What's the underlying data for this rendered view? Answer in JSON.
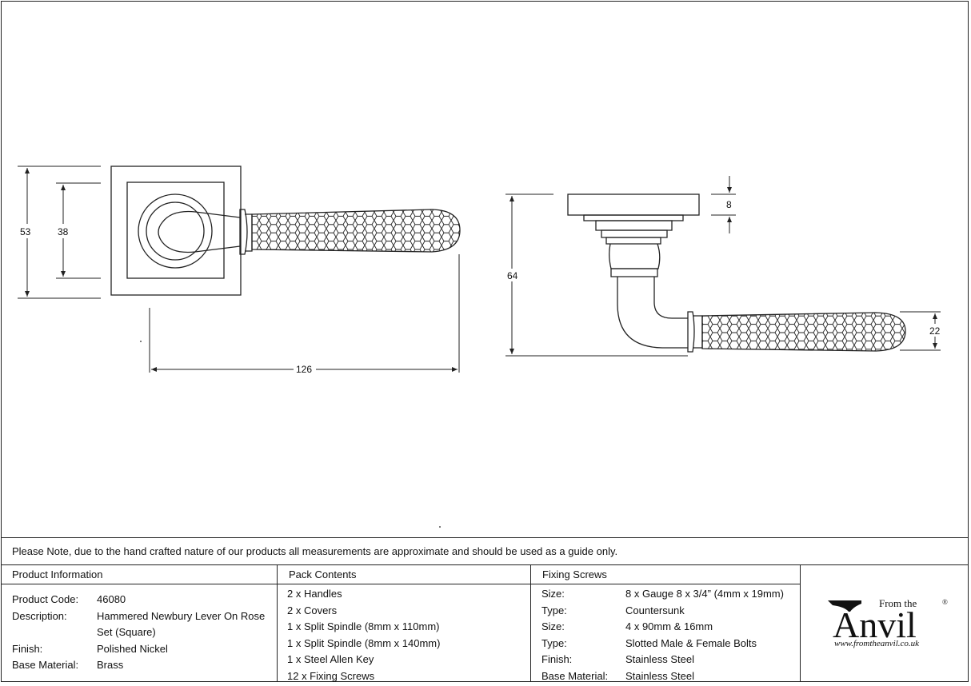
{
  "dimensions": {
    "rose_outer": "53",
    "rose_inner": "38",
    "lever_length": "126",
    "projection": "64",
    "rose_thickness": "8",
    "grip_diameter": "22"
  },
  "note": "Please Note, due to the hand crafted nature of our products all measurements are approximate and should be used as a guide only.",
  "product_info": {
    "heading": "Product Information",
    "rows": [
      {
        "key": "Product Code:",
        "value": "46080"
      },
      {
        "key": "Description:",
        "value": "Hammered Newbury Lever On Rose"
      },
      {
        "key": "",
        "value": "Set (Square)"
      },
      {
        "key": "Finish:",
        "value": "Polished Nickel"
      },
      {
        "key": "Base Material:",
        "value": "Brass"
      }
    ]
  },
  "pack_contents": {
    "heading": "Pack Contents",
    "items": [
      "2 x Handles",
      "2 x Covers",
      "1 x Split Spindle (8mm x 110mm)",
      "1 x Split Spindle (8mm x 140mm)",
      "1 x Steel Allen Key",
      "12 x Fixing Screws"
    ]
  },
  "fixing_screws": {
    "heading": "Fixing Screws",
    "rows": [
      {
        "key": "Size:",
        "value": "8 x Gauge 8 x 3/4” (4mm x 19mm)"
      },
      {
        "key": "Type:",
        "value": "Countersunk"
      },
      {
        "key": "Size:",
        "value": "4 x 90mm & 16mm"
      },
      {
        "key": "Type:",
        "value": "Slotted Male & Female Bolts"
      },
      {
        "key": "Finish:",
        "value": "Stainless Steel"
      },
      {
        "key": "Base Material:",
        "value": "Stainless Steel"
      }
    ]
  },
  "logo": {
    "from_the": "From the",
    "brand": "Anvil",
    "registered": "®",
    "url": "www.fromtheanvil.co.uk"
  }
}
